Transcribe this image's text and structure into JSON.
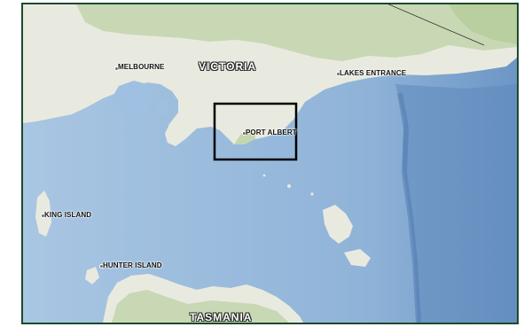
{
  "map": {
    "regions": {
      "victoria": "VICTORIA",
      "tasmania": "TASMANIA"
    },
    "places": {
      "melbourne": "MELBOURNE",
      "lakes_entrance": "LAKES ENTRANCE",
      "port_albert": "PORT ALBERT",
      "king_island": "KING ISLAND",
      "hunter_island": "HUNTER ISLAND"
    },
    "colors": {
      "frame_border": "#1b4a2e",
      "ocean": "#8db2d6",
      "land": "#e9eadf",
      "vegetation": "#c9d8b4",
      "study_box": "#000000"
    }
  }
}
